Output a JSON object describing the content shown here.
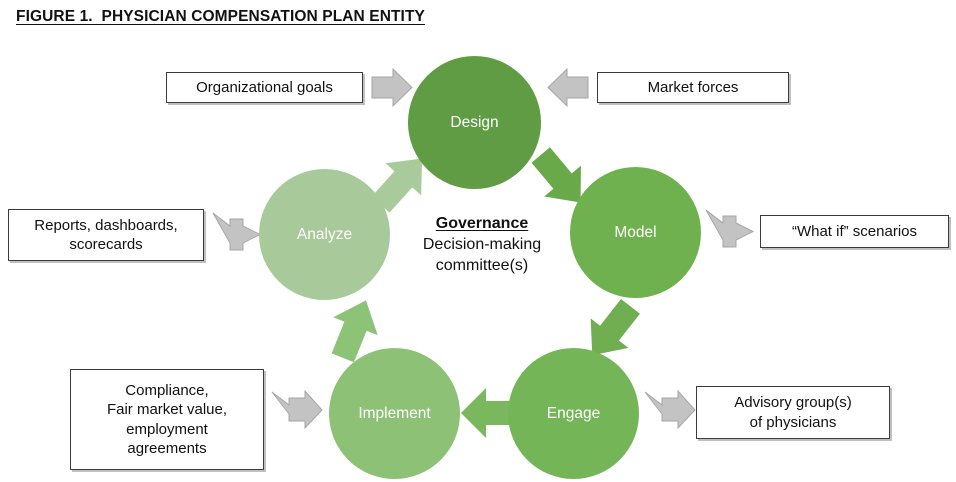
{
  "figure": {
    "title": "FIGURE 1.  PHYSICIAN COMPENSATION PLAN ENTITY"
  },
  "center": {
    "heading": "Governance",
    "line1": "Decision-making",
    "line2": "committee(s)"
  },
  "cycle": {
    "nodes": [
      {
        "id": "design",
        "label": "Design",
        "color": "#5f9c43"
      },
      {
        "id": "model",
        "label": "Model",
        "color": "#6fb14e"
      },
      {
        "id": "engage",
        "label": "Engage",
        "color": "#74b558"
      },
      {
        "id": "implement",
        "label": "Implement",
        "color": "#8cc176"
      },
      {
        "id": "analyze",
        "label": "Analyze",
        "color": "#a8c99a"
      }
    ],
    "flow_arrows": [
      {
        "from": "design",
        "to": "model",
        "direction": "down-right",
        "color": "#6aa94a"
      },
      {
        "from": "model",
        "to": "engage",
        "direction": "down-left",
        "color": "#70ae51"
      },
      {
        "from": "engage",
        "to": "implement",
        "direction": "left",
        "color": "#79b85d"
      },
      {
        "from": "implement",
        "to": "analyze",
        "direction": "up-right",
        "color": "#8dc377"
      },
      {
        "from": "analyze",
        "to": "design",
        "direction": "up-right",
        "color": "#a9cb9c"
      }
    ]
  },
  "boxes": {
    "organizational_goals": {
      "text": "Organizational goals"
    },
    "market_forces": {
      "text": "Market forces"
    },
    "reports": {
      "line1": "Reports, dashboards,",
      "line2": "scorecards"
    },
    "what_if": {
      "text": "“What if” scenarios"
    },
    "compliance": {
      "line1": "Compliance,",
      "line2": "Fair market value,",
      "line3": "employment",
      "line4": "agreements"
    },
    "advisory": {
      "line1": "Advisory group(s)",
      "line2": "of physicians"
    }
  },
  "connector_arrows": {
    "color": "#bfbfbf",
    "stroke": "#9a9a9a",
    "items": [
      {
        "name": "org-goals-to-design",
        "type": "single-right"
      },
      {
        "name": "market-forces-to-design",
        "type": "single-left"
      },
      {
        "name": "reports-to-analyze",
        "type": "double-horizontal"
      },
      {
        "name": "model-to-whatif",
        "type": "double-horizontal"
      },
      {
        "name": "compliance-to-implement",
        "type": "double-horizontal"
      },
      {
        "name": "engage-to-advisory",
        "type": "double-horizontal"
      }
    ]
  }
}
